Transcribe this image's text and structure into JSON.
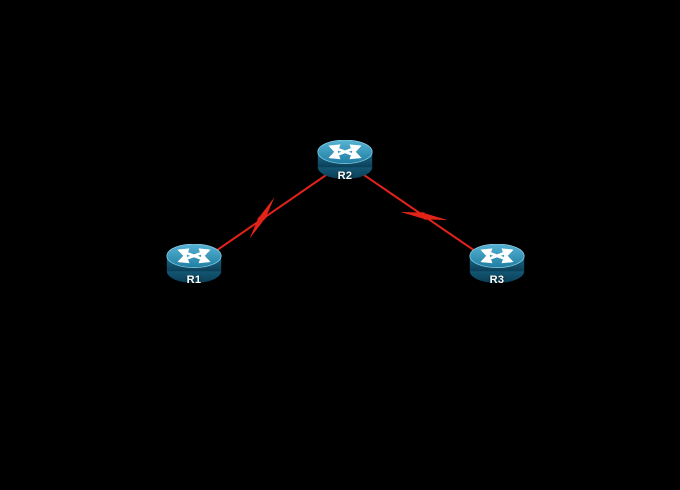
{
  "diagram": {
    "type": "network-topology",
    "background_color": "#000000",
    "link_color": "#e2231a",
    "router_body_color": "#156a8a",
    "router_top_color": "#2a8cb0",
    "nodes": [
      {
        "id": "R1",
        "label": "R1",
        "device_type": "router"
      },
      {
        "id": "R2",
        "label": "R2",
        "device_type": "router"
      },
      {
        "id": "R3",
        "label": "R3",
        "device_type": "router"
      }
    ],
    "links": [
      {
        "from": "R1",
        "to": "R2",
        "style": "serial-lightning"
      },
      {
        "from": "R2",
        "to": "R3",
        "style": "serial-lightning"
      }
    ]
  }
}
